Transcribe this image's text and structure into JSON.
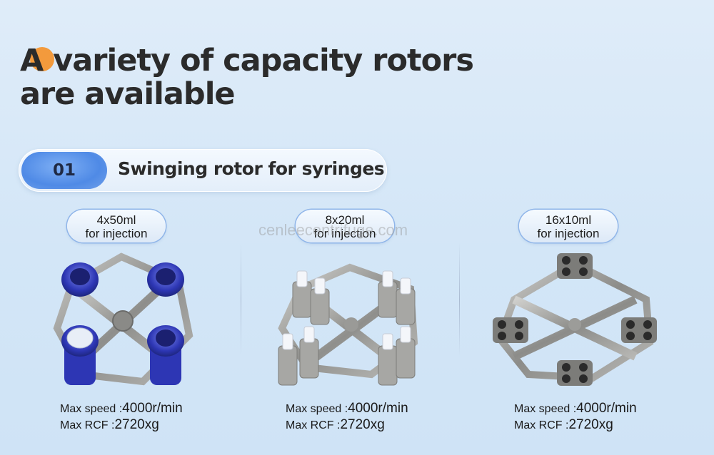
{
  "headline": {
    "first_letter": "A",
    "line1_rest": " variety of capacity rotors",
    "line2": "are available"
  },
  "section": {
    "number": "01",
    "title": "Swinging rotor for syringes"
  },
  "watermark": "cenleecentrifuge.com",
  "rotors": [
    {
      "tag_line1": "4x50ml",
      "tag_line2": "for injection",
      "speed_label": "Max speed :",
      "speed_value": "4000r/min",
      "rcf_label": "Max RCF :",
      "rcf_value": "2720xg",
      "icon": "swing-rotor-4x50ml-icon"
    },
    {
      "tag_line1": "8x20ml",
      "tag_line2": "for injection",
      "speed_label": "Max speed :",
      "speed_value": "4000r/min",
      "rcf_label": "Max RCF :",
      "rcf_value": "2720xg",
      "icon": "swing-rotor-8x20ml-icon"
    },
    {
      "tag_line1": "16x10ml",
      "tag_line2": "for injection",
      "speed_label": "Max speed :",
      "speed_value": "4000r/min",
      "rcf_label": "Max RCF :",
      "rcf_value": "2720xg",
      "icon": "swing-rotor-16x10ml-icon"
    }
  ],
  "colors": {
    "accent_orange": "#f39a3c",
    "pill_blue": "#4f8ae6",
    "bucket_blue": "#2f3fc0",
    "steel": "#9a9a98"
  }
}
